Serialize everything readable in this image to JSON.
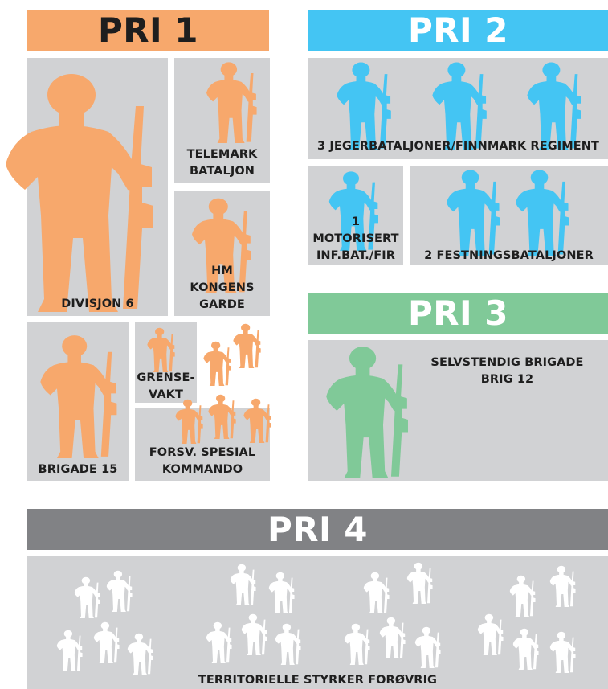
{
  "colors": {
    "pri1": "#f7a86c",
    "pri2": "#44c5f3",
    "pri3": "#80c998",
    "pri4": "#818285",
    "box": "#d1d2d4",
    "white_figure": "#ffffff"
  },
  "headers": {
    "pri1": "PRI 1",
    "pri2": "PRI 2",
    "pri3": "PRI 3",
    "pri4": "PRI 4"
  },
  "pri1": {
    "divisjon": "DIVISJON 6",
    "telemark": [
      "TELEMARK",
      "BATALJON"
    ],
    "hm": [
      "HM",
      "KONGENS",
      "GARDE"
    ],
    "brigade15": "BRIGADE 15",
    "grensevakt": [
      "GRENSE-",
      "VAKT"
    ],
    "fsk": [
      "FORSV. SPESIAL",
      "KOMMANDO"
    ]
  },
  "pri2": {
    "jeger": "3 JEGERBATALJONER/FINNMARK REGIMENT",
    "motor": [
      "1",
      "MOTORISERT",
      "INF.BAT./FIR"
    ],
    "festning": "2 FESTNINGSBATALJONER"
  },
  "pri3": {
    "brigade": [
      "SELVSTENDIG BRIGADE",
      "BRIG 12"
    ]
  },
  "pri4": {
    "territorielle": "TERRITORIELLE STYRKER FORØVRIG"
  },
  "icons": {
    "soldier": "soldier-with-rifle-icon"
  }
}
